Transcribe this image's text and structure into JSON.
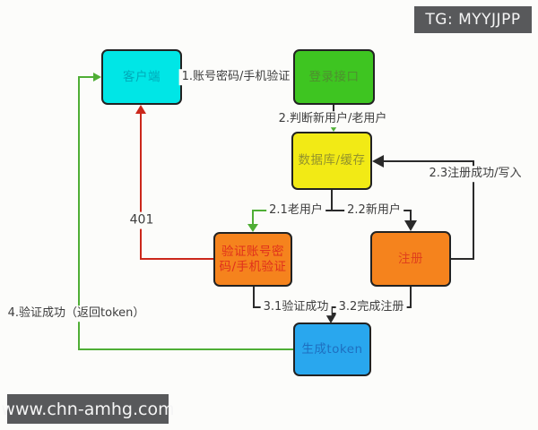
{
  "header": {
    "tg_badge": "TG: MYYJJPP"
  },
  "footer": {
    "site_badge": "www.chn-amhg.com"
  },
  "diagram": {
    "nodes": {
      "client": {
        "label": "客户端",
        "fill": "#00e6e6",
        "text_color": "#00a9b8"
      },
      "login": {
        "label": "登录接口",
        "fill": "#3ec521",
        "text_color": "#4e8f2f"
      },
      "db": {
        "label": "数据库/缓存",
        "fill": "#f2ea15",
        "text_color": "#93932c"
      },
      "verify": {
        "label": "验证账号密码/手机验证",
        "line1": "验证账号密",
        "line2": "码/手机验证",
        "fill": "#f5831d",
        "text_color": "#e0301c"
      },
      "register": {
        "label": "注册",
        "fill": "#f5831d",
        "text_color": "#e0411c"
      },
      "token": {
        "label": "生成token",
        "fill": "#29a7ee",
        "text_color": "#1e6fc0"
      }
    },
    "edges": {
      "step1": {
        "label": "1.账号密码/手机验证"
      },
      "step2": {
        "label": "2.判断新用户/老用户"
      },
      "step2_1": {
        "label": "2.1老用户"
      },
      "step2_2": {
        "label": "2.2新用户"
      },
      "step2_3": {
        "label": "2.3注册成功/写入"
      },
      "step3_1": {
        "label": "3.1验证成功"
      },
      "step3_2": {
        "label": "3.2完成注册"
      },
      "step4": {
        "label": "4.验证成功（返回token）"
      },
      "error": {
        "label": "401"
      }
    },
    "colors": {
      "line": "#2a2a2a",
      "green": "#4fae35",
      "red": "#cb271b",
      "badge_bg": "#58595b"
    }
  }
}
